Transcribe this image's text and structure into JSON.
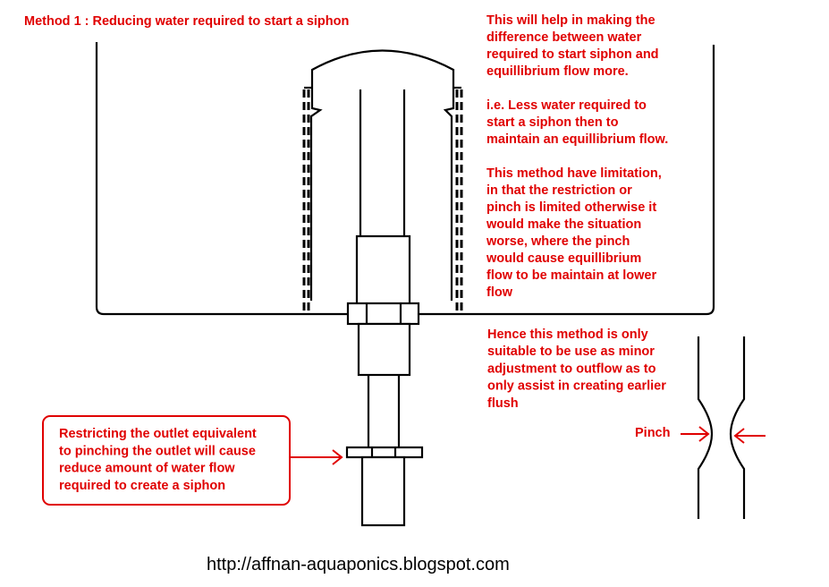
{
  "title": "Method 1 : Reducing water required to start a siphon",
  "right_notes": [
    "This will help in making the",
    "difference between water",
    "required to start siphon and",
    "equillibrium flow more.",
    "",
    "i.e. Less water required to",
    "start a siphon then to",
    "maintain an equillibrium flow.",
    "",
    "This method have limitation,",
    "in that the restriction or",
    "pinch is limited otherwise it",
    "would make the situation",
    "worse, where the pinch",
    "would cause equillibrium",
    "flow to be maintain at lower",
    "flow"
  ],
  "hence_notes": [
    "Hence this method is only",
    "suitable to be use as minor",
    "adjustment to outflow as to",
    "only assist in creating earlier",
    "flush"
  ],
  "callout_lines": [
    "Restricting the outlet equivalent",
    "to pinching the outlet will cause",
    "reduce amount of water flow",
    "required to create a siphon"
  ],
  "pinch_label": "Pinch",
  "url": "http://affnan-aquaponics.blogspot.com",
  "colors": {
    "annotation": "#e00000",
    "line": "#000000",
    "background": "#ffffff"
  }
}
